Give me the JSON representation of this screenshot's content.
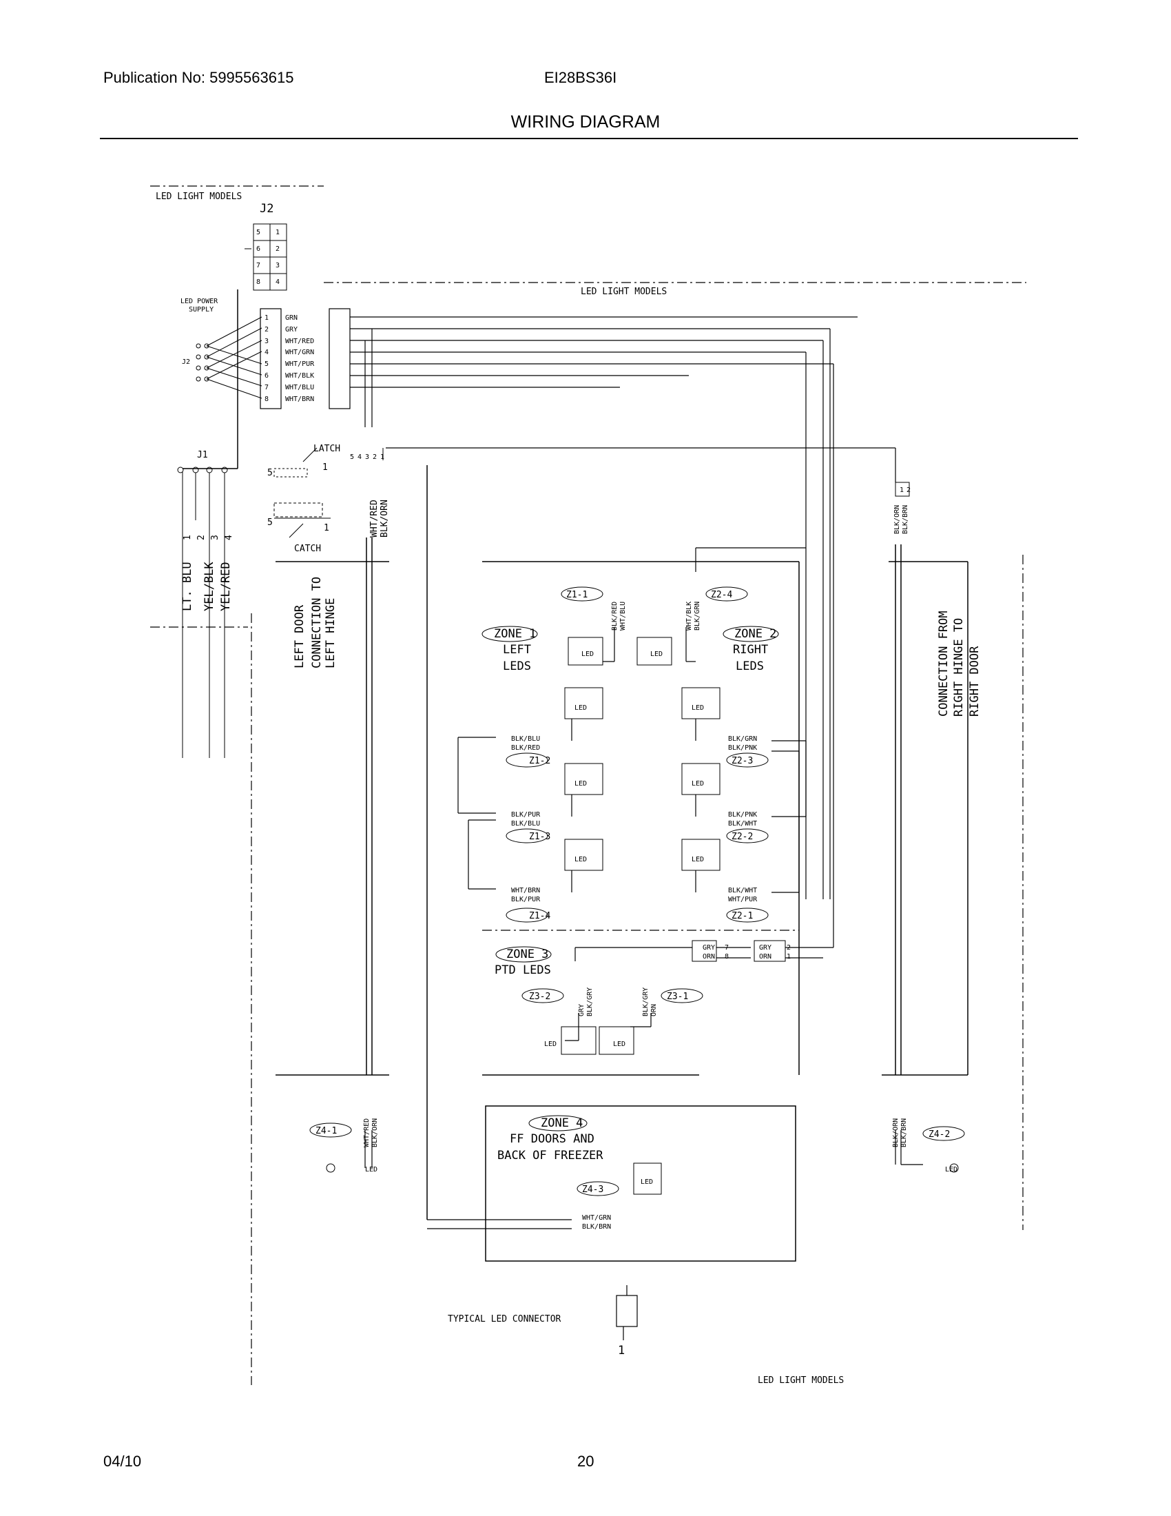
{
  "header": {
    "publication": "Publication No: 5995563615",
    "model": "EI28BS36I",
    "title": "WIRING DIAGRAM"
  },
  "footer": {
    "date": "04/10",
    "page": "20"
  },
  "diagram": {
    "led_light_models": "LED LIGHT MODELS",
    "j2": "J2",
    "j2_pins_left": [
      "5",
      "6",
      "7",
      "8"
    ],
    "j2_pins_right": [
      "1",
      "2",
      "3",
      "4"
    ],
    "led_power_supply": [
      "LED POWER",
      "SUPPLY"
    ],
    "j2_small": "J2",
    "supply_pins": [
      "1",
      "2",
      "3",
      "4",
      "5",
      "6",
      "7",
      "8"
    ],
    "supply_wires": [
      "GRN",
      "GRY",
      "WHT/RED",
      "WHT/GRN",
      "WHT/PUR",
      "WHT/BLK",
      "WHT/BLU",
      "WHT/BRN"
    ],
    "j1": "J1",
    "j1_pins": [
      "1",
      "2",
      "3",
      "4"
    ],
    "j1_wires": [
      "LT. BLU",
      "YEL/BLK",
      "YEL/RED"
    ],
    "latch": "LATCH",
    "catch": "CATCH",
    "latch_pins": [
      "5",
      "4",
      "3",
      "2",
      "1"
    ],
    "num_1": "1",
    "num_5": "5",
    "hinge_wires": [
      "WHT/RED",
      "BLK/ORN"
    ],
    "left_door": [
      "LEFT DOOR",
      "CONNECTION TO",
      "LEFT HINGE"
    ],
    "right_door": [
      "CONNECTION FROM",
      "RIGHT HINGE TO",
      "RIGHT DOOR"
    ],
    "right_hinge_wires": [
      "BLK/ORN",
      "BLK/BRN"
    ],
    "pin_1": "1",
    "pin_2": "2",
    "z1_1": "Z1-1",
    "z1_1_wires": [
      "BLK/RED",
      "WHT/BLU"
    ],
    "z2_4": "Z2-4",
    "z2_4_wires": [
      "WHT/BLK",
      "BLK/GRN"
    ],
    "zone1": [
      "ZONE 1",
      "LEFT",
      "LEDS"
    ],
    "zone2": [
      "ZONE 2",
      "RIGHT",
      "LEDS"
    ],
    "led": "LED",
    "z1_2": "Z1-2",
    "z1_2_wires": [
      "BLK/BLU",
      "BLK/RED"
    ],
    "z1_3": "Z1-3",
    "z1_3_wires": [
      "BLK/PUR",
      "BLK/BLU"
    ],
    "z1_4": "Z1-4",
    "z1_4_wires": [
      "WHT/BRN",
      "BLK/PUR"
    ],
    "z2_3": "Z2-3",
    "z2_3_wires": [
      "BLK/GRN",
      "BLK/PNK"
    ],
    "z2_2": "Z2-2",
    "z2_2_wires": [
      "BLK/PNK",
      "BLK/WHT"
    ],
    "z2_1": "Z2-1",
    "z2_1_wires": [
      "BLK/WHT",
      "WHT/PUR"
    ],
    "zone3": [
      "ZONE 3",
      "PTD LEDS"
    ],
    "z3_2": "Z3-2",
    "z3_1": "Z3-1",
    "z3_2_wires": [
      "GRY",
      "BLK/GRY"
    ],
    "z3_1_wires": [
      "BLK/GRY",
      "ORN"
    ],
    "gry_orn": [
      "GRY",
      "ORN"
    ],
    "pin_7": "7",
    "pin_8": "8",
    "zone4": [
      "ZONE 4",
      "FF DOORS AND",
      "BACK OF FREEZER"
    ],
    "z4_1": "Z4-1",
    "z4_2": "Z4-2",
    "z4_3": "Z4-3",
    "z4_1_wires": [
      "WHT/RED",
      "BLK/ORN"
    ],
    "z4_2_wires": [
      "BLK/ORN",
      "BLK/BRN"
    ],
    "z4_3_wires": [
      "WHT/GRN",
      "BLK/BRN"
    ],
    "typical_connector": "TYPICAL LED CONNECTOR"
  }
}
